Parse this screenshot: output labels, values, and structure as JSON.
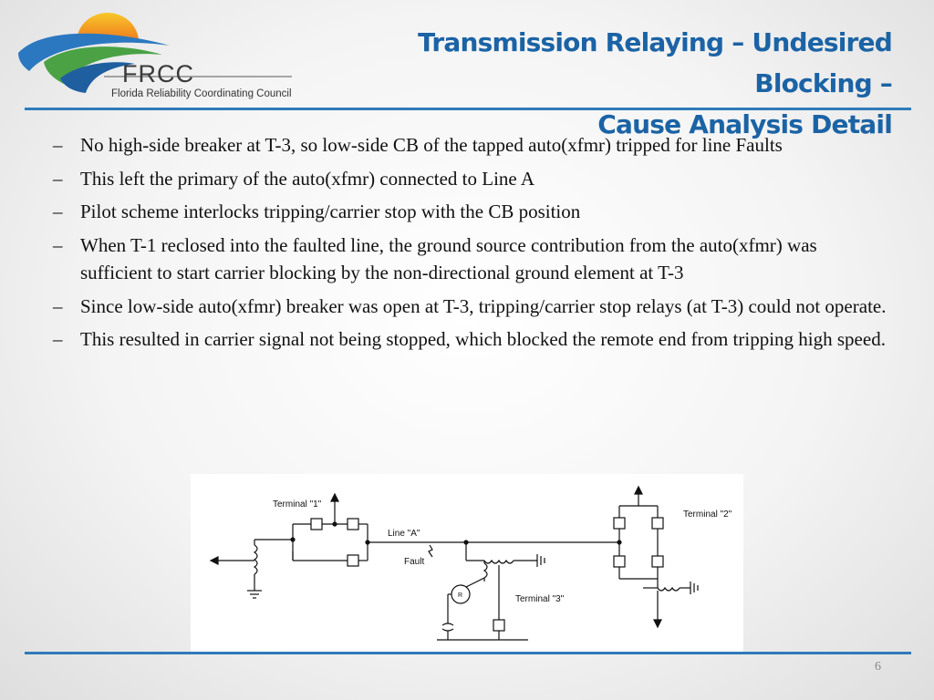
{
  "logo": {
    "name": "FRCC",
    "subtitle": "Florida Reliability Coordinating Council"
  },
  "title": {
    "line1": "Transmission Relaying – Undesired Blocking –",
    "line2": "Cause Analysis Detail"
  },
  "bullets": [
    "No high-side breaker at T-3, so low-side CB of the tapped auto(xfmr) tripped for line Faults",
    "This left the primary of the auto(xfmr) connected to Line A",
    "Pilot scheme interlocks tripping/carrier stop with the CB position",
    "When T-1 reclosed into the faulted line, the ground source contribution from the auto(xfmr) was sufficient to start carrier blocking  by the non-directional ground element at T-3",
    "Since low-side auto(xfmr) breaker was open at T-3, tripping/carrier stop relays (at T-3) could not operate.",
    "This resulted in carrier signal not being stopped, which blocked the remote end from tripping high speed."
  ],
  "diagram": {
    "terminal1": "Terminal \"1\"",
    "terminal2": "Terminal \"2\"",
    "terminal3": "Terminal \"3\"",
    "line": "Line \"A\"",
    "fault": "Fault",
    "relay": "R"
  },
  "slide_number": "6",
  "colors": {
    "title": "#1b63a5",
    "rule": "#2f7ab9",
    "sun": "#f5a21b",
    "swoosh_blue": "#2c78c0",
    "swoosh_green": "#4aa245"
  }
}
